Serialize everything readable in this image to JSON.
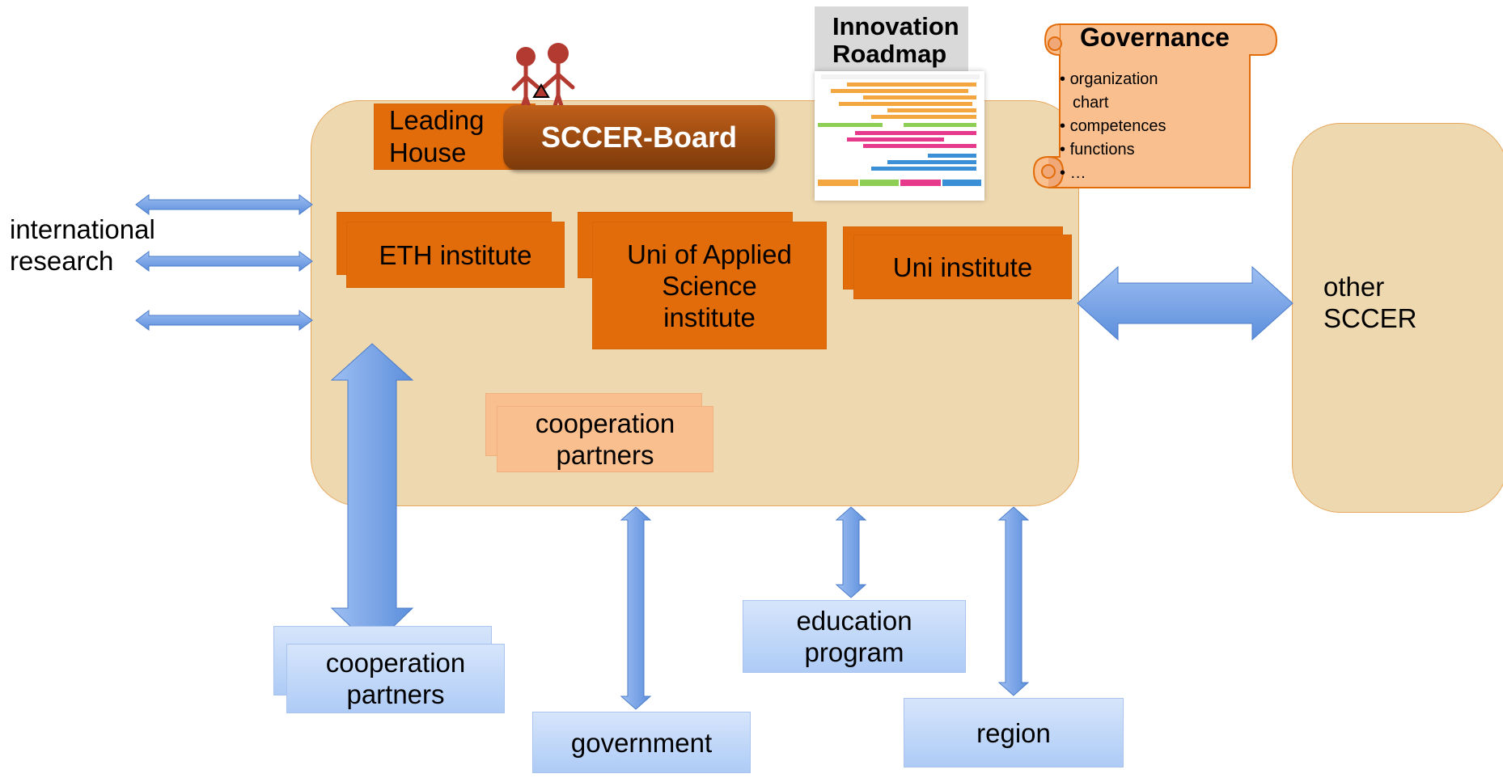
{
  "main_area": {
    "leading_house": "Leading House",
    "leading_house_line1": "Leading",
    "leading_house_line2": "House",
    "board": "SCCER-Board",
    "institutes": {
      "eth": "ETH institute",
      "uas_line1": "Uni of Applied",
      "uas_line2": "Science",
      "uas_line3": "institute",
      "uni": "Uni institute"
    },
    "cooperation_line1": "cooperation",
    "cooperation_line2": "partners"
  },
  "left": {
    "line1": "international",
    "line2": "research"
  },
  "other": {
    "line1": "other",
    "line2": "SCCER"
  },
  "roadmap": {
    "title_line1": "Innovation",
    "title_line2": "Roadmap"
  },
  "governance": {
    "title": "Governance",
    "items": [
      "organization",
      "chart",
      "competences",
      "functions",
      "…"
    ]
  },
  "bottom": {
    "coop_line1": "cooperation",
    "coop_line2": "partners",
    "government": "government",
    "education_line1": "education",
    "education_line2": "program",
    "region": "region"
  },
  "colors": {
    "box_fill": "#eed8b0",
    "institute": "#e36c0a",
    "partner": "#f9bf8f",
    "arrow": "#6f9fe6",
    "person": "#b23a30"
  }
}
